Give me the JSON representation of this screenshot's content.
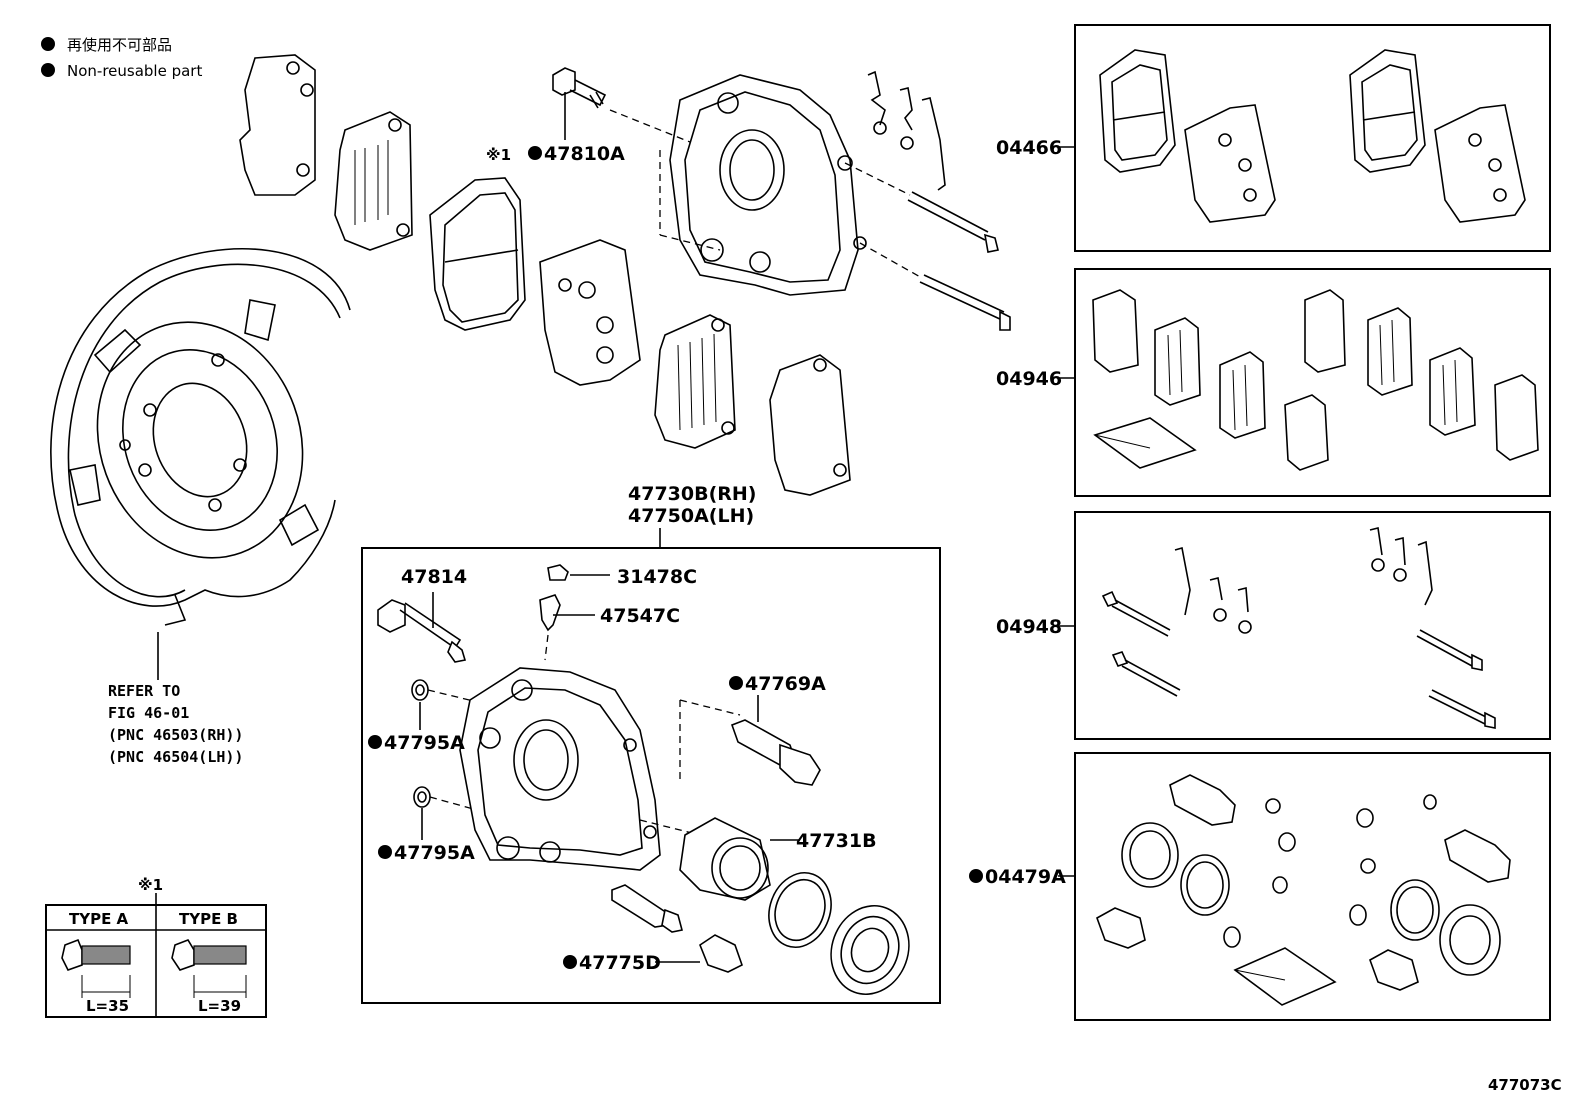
{
  "legend": {
    "line_jp": "再使用不可部品",
    "line_en": "Non-reusable part"
  },
  "note_mark": "※1",
  "refer": {
    "line1": "REFER TO",
    "line2": "FIG 46-01",
    "line3": "(PNC 46503(RH))",
    "line4": "(PNC 46504(LH))"
  },
  "callouts": {
    "bolt_top": "47810A",
    "caliper_rh": "47730B(RH)",
    "caliper_lh": "47750A(LH)",
    "bolt": "47814",
    "cap": "31478C",
    "bleeder": "47547C",
    "pin": "47769A",
    "washer_1": "47795A",
    "washer_2": "47795A",
    "piston": "47731B",
    "boot": "47775D"
  },
  "kits": {
    "pads": "04466",
    "shims": "04946",
    "fitting": "04948",
    "seal": "04479A"
  },
  "type_table": {
    "col_a": "TYPE A",
    "col_b": "TYPE B",
    "len_a": "L=35",
    "len_b": "L=39"
  },
  "figure_id": "477073C"
}
